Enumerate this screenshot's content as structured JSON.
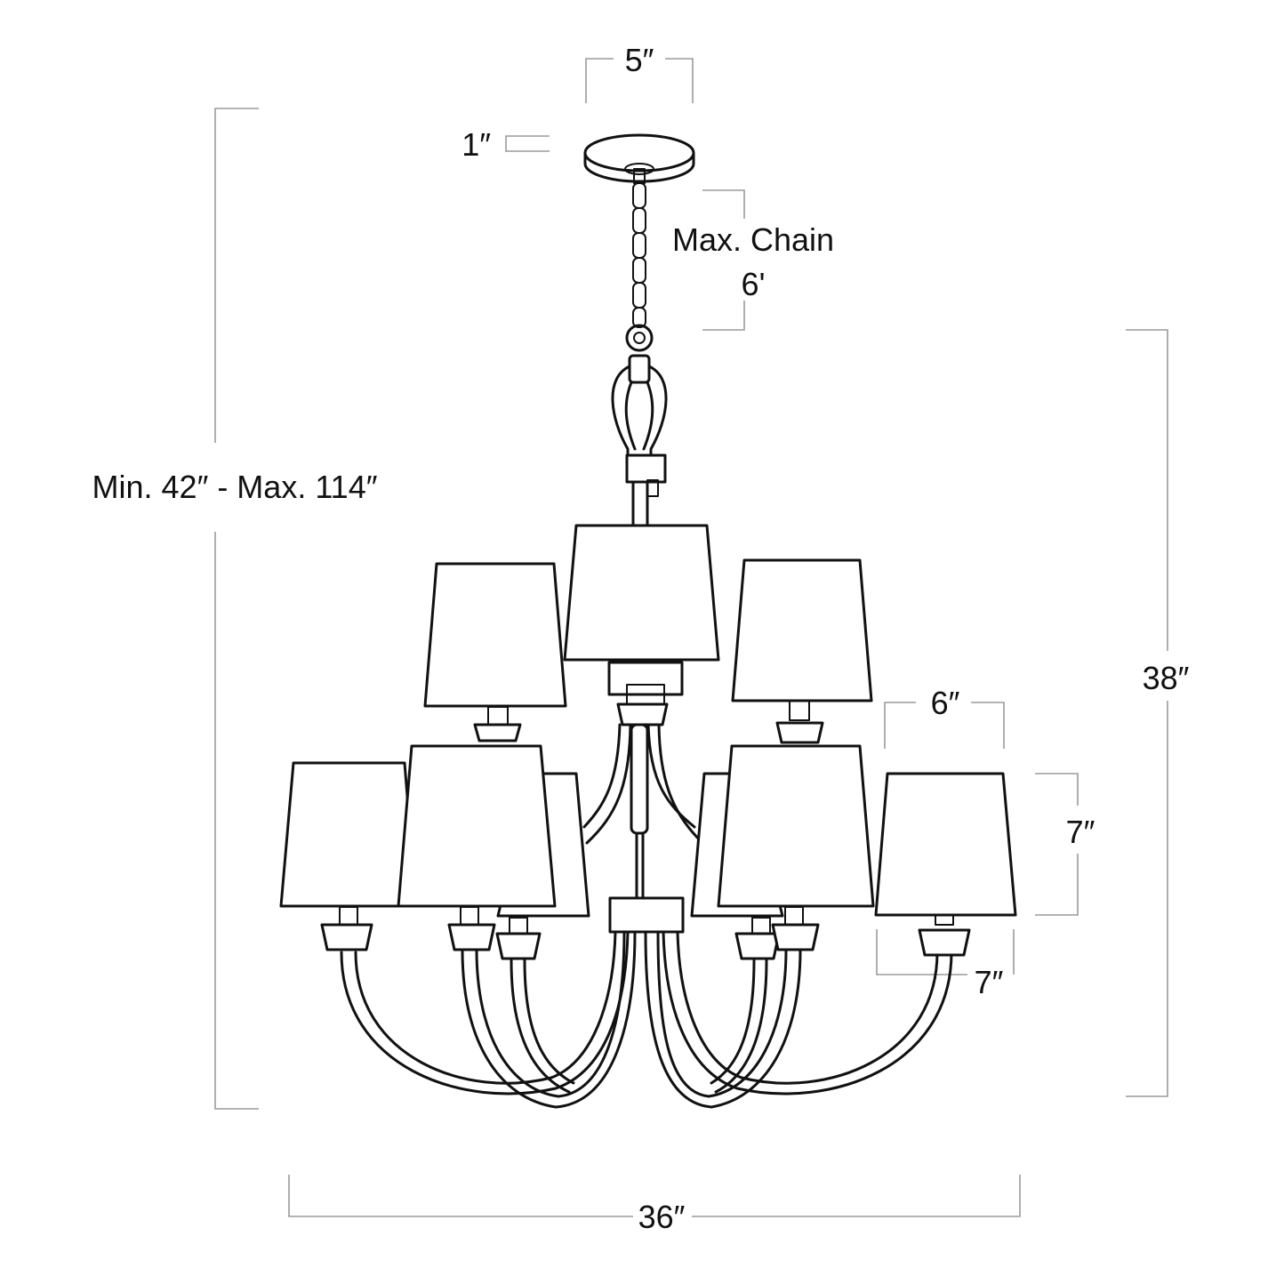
{
  "labels": {
    "canopy_width": "5″",
    "canopy_height": "1″",
    "chain_title": "Max. Chain",
    "chain_length": "6'",
    "overall_height": "Min. 42″ - Max. 114″",
    "body_height": "38″",
    "shade_top": "6″",
    "shade_height": "7″",
    "shade_bottom": "7″",
    "overall_width": "36″"
  },
  "colors": {
    "ink": "#111111",
    "dimension_line": "#9a9a9a",
    "background": "#ffffff"
  }
}
